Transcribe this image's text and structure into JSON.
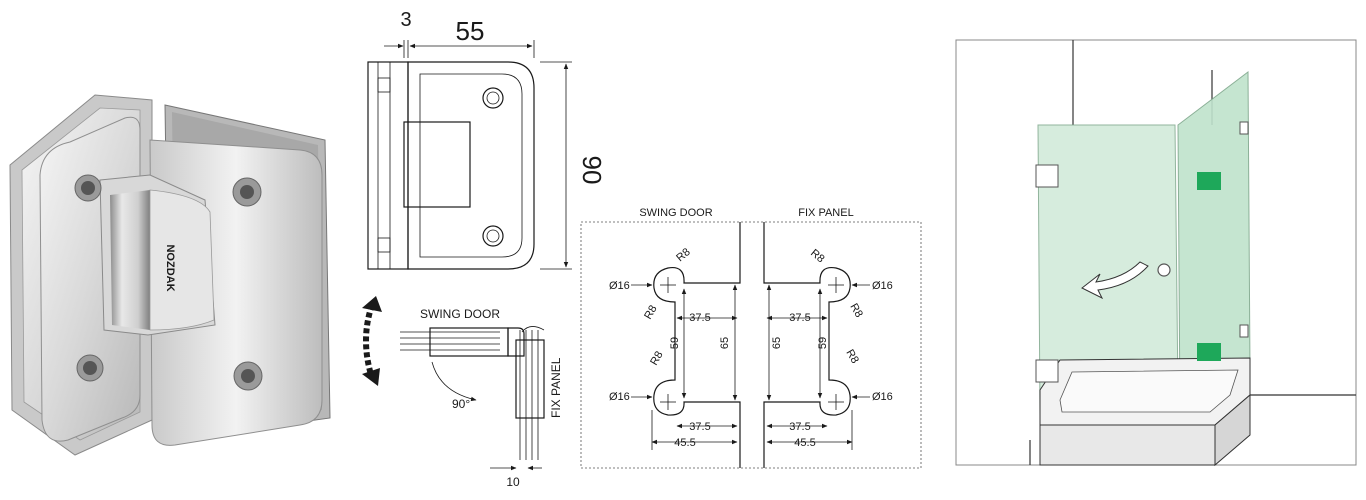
{
  "product": {
    "brand_engraving": "NOZDAK"
  },
  "front_view": {
    "dim_thickness": "3",
    "dim_width": "55",
    "dim_height": "90"
  },
  "side_view": {
    "swing_door_label": "SWING DOOR",
    "fix_panel_label": "FIX PANEL",
    "angle_label": "90°",
    "gap_label": "10"
  },
  "cutout_swing": {
    "title": "SWING DOOR",
    "radius_top": "R8",
    "radius_side_top": "R8",
    "radius_side_bottom": "R8",
    "dia_top": "Ø16",
    "dia_bottom": "Ø16",
    "dim_37_5_top": "37.5",
    "dim_59": "59",
    "dim_65": "65",
    "dim_37_5_bottom": "37.5",
    "dim_45_5": "45.5"
  },
  "cutout_fix": {
    "title": "FIX PANEL",
    "radius_top": "R8",
    "radius_side_top": "R8",
    "radius_side_bottom": "R8",
    "dia_top": "Ø16",
    "dia_bottom": "Ø16",
    "dim_37_5_top": "37.5",
    "dim_59": "59",
    "dim_65": "65",
    "dim_37_5_bottom": "37.5",
    "dim_45_5": "45.5"
  },
  "colors": {
    "glass": "#cfe9d8",
    "hinge_green": "#1ea85a",
    "metal_light": "#e4e4e4",
    "metal_dark": "#9a9a9a"
  }
}
